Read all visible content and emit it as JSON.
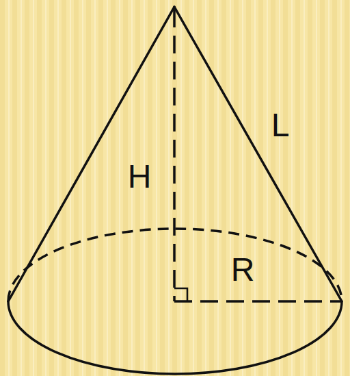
{
  "diagram": {
    "labels": [
      "H",
      "L",
      "R"
    ]
  }
}
